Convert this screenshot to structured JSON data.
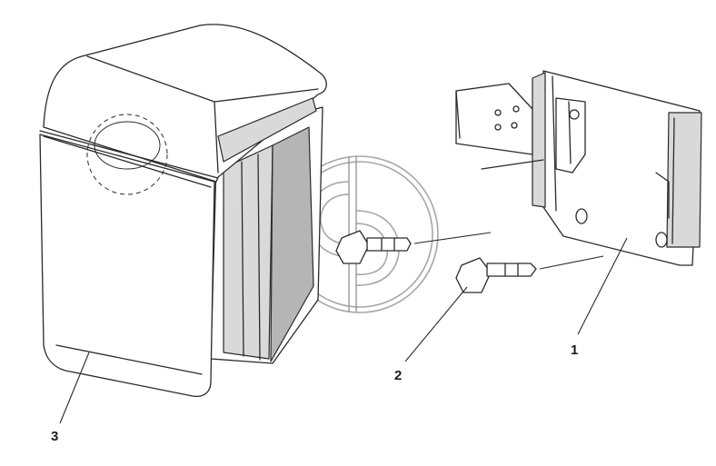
{
  "diagram": {
    "callouts": [
      {
        "id": "part-1",
        "label": "1"
      },
      {
        "id": "part-2",
        "label": "2"
      },
      {
        "id": "part-3",
        "label": "3"
      }
    ]
  },
  "colors": {
    "line": "#2a2a2a",
    "shade": "#d9d9d9",
    "watermark": "#8a8a8a"
  }
}
